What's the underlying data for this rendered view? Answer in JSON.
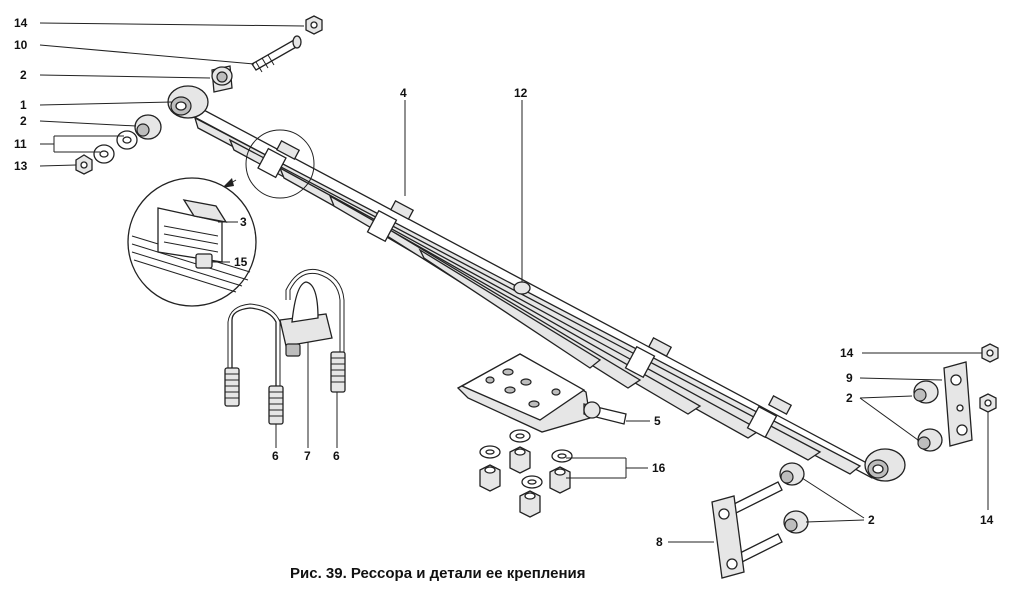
{
  "caption": "Рис. 39. Рессора и детали ее крепления",
  "labels": {
    "l14a": "14",
    "l10": "10",
    "l2a": "2",
    "l1": "1",
    "l2b": "2",
    "l11": "11",
    "l13": "13",
    "l3": "3",
    "l15": "15",
    "l4": "4",
    "l12": "12",
    "l5": "5",
    "l16": "16",
    "l6a": "6",
    "l7": "7",
    "l6b": "6",
    "l14b": "14",
    "l9": "9",
    "l2c": "2",
    "l14c": "14",
    "l2d": "2",
    "l8": "8"
  }
}
